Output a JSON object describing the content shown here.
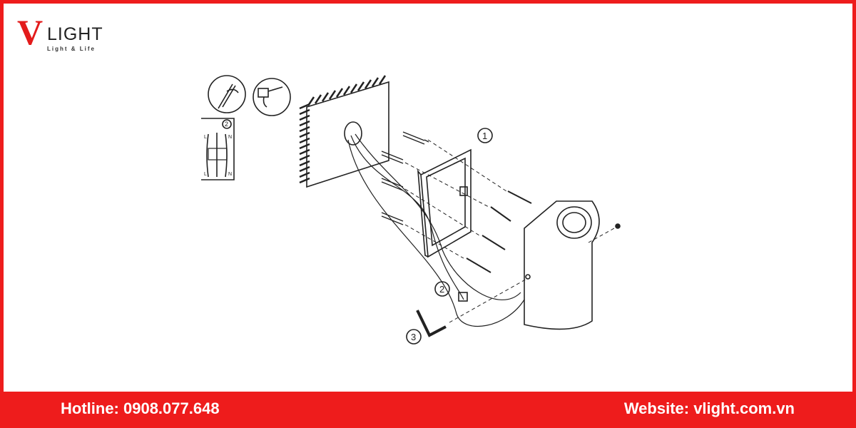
{
  "logo": {
    "mark": "V",
    "name": "LIGHT",
    "tagline": "Light & Life"
  },
  "footer": {
    "hotline": "Hotline: 0908.077.648",
    "website": "Website: vlight.com.vn"
  },
  "diagram": {
    "step_labels": [
      "1",
      "2",
      "3"
    ],
    "wiring_inset": {
      "step": "2",
      "terminals": [
        "L",
        "N",
        "L",
        "N"
      ]
    }
  },
  "colors": {
    "brand_red": "#ee1c1c",
    "line": "#222222"
  }
}
